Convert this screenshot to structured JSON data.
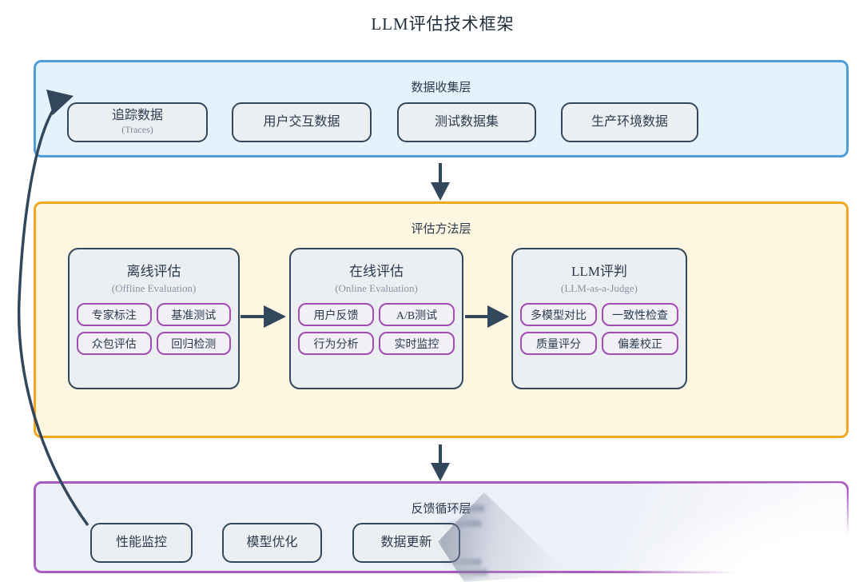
{
  "title": "LLM评估技术框架",
  "colors": {
    "layer1_border": "#4e9ed8",
    "layer1_fill": "#e4f2fb",
    "layer2_border": "#f2a71f",
    "layer2_fill": "#fdf6e0",
    "layer3_border": "#a95cbf",
    "layer3_fill": "#edf0f7",
    "node_border": "#33475c",
    "node_fill": "#eceff1",
    "tag_border": "#a04cb3",
    "arrow": "#33475c"
  },
  "layers": [
    {
      "label": "数据收集层",
      "nodes": [
        {
          "label": "追踪数据",
          "sublabel": "(Traces)"
        },
        {
          "label": "用户交互数据"
        },
        {
          "label": "测试数据集"
        },
        {
          "label": "生产环境数据"
        }
      ]
    },
    {
      "label": "评估方法层",
      "groups": [
        {
          "title": "离线评估",
          "subtitle": "(Offline Evaluation)",
          "tags": [
            "专家标注",
            "基准测试",
            "众包评估",
            "回归检测"
          ]
        },
        {
          "title": "在线评估",
          "subtitle": "(Online Evaluation)",
          "tags": [
            "用户反馈",
            "A/B测试",
            "行为分析",
            "实时监控"
          ]
        },
        {
          "title": "LLM评判",
          "subtitle": "(LLM-as-a-Judge)",
          "tags": [
            "多模型对比",
            "一致性检查",
            "质量评分",
            "偏差校正"
          ]
        }
      ]
    },
    {
      "label": "反馈循环层",
      "nodes": [
        {
          "label": "性能监控"
        },
        {
          "label": "模型优化"
        },
        {
          "label": "数据更新"
        }
      ]
    }
  ]
}
